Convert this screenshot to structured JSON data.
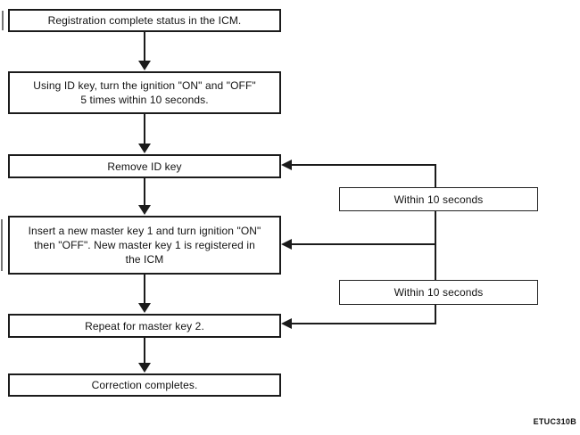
{
  "figure": {
    "code": "ETUC310B",
    "colors": {
      "ink": "#1b1b1b",
      "paper": "#ffffff"
    },
    "boxes": {
      "registration": {
        "lines": [
          "Registration complete status in the ICM."
        ]
      },
      "ignition_cycle": {
        "lines": [
          "Using ID key, turn the ignition \"ON\" and \"OFF\"",
          "5 times within 10 seconds."
        ]
      },
      "remove_key": {
        "lines": [
          "Remove ID key"
        ]
      },
      "insert_master1": {
        "lines": [
          "Insert a new master key 1 and turn ignition \"ON\"",
          "then \"OFF\". New master key 1 is registered in",
          "the ICM"
        ]
      },
      "repeat_master2": {
        "lines": [
          "Repeat for master key 2."
        ]
      },
      "correction": {
        "lines": [
          "Correction completes."
        ]
      },
      "within_1": {
        "label": "Within 10 seconds"
      },
      "within_2": {
        "label": "Within 10 seconds"
      }
    }
  }
}
